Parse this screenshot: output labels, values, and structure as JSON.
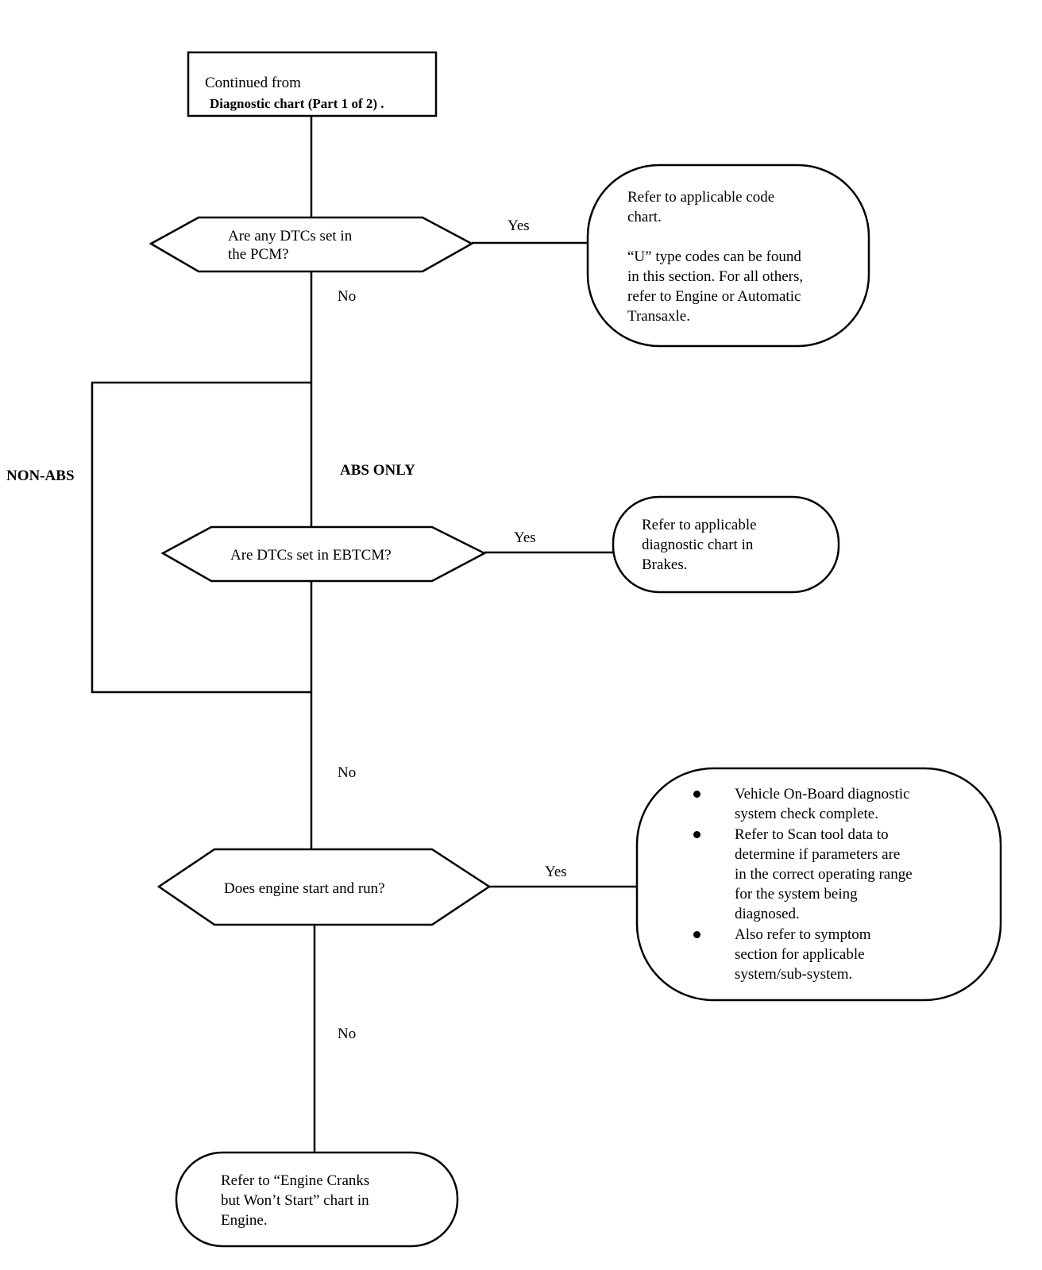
{
  "start_box": {
    "line1": "Continued from",
    "line2": "Diagnostic chart (Part 1 of 2) ."
  },
  "decision_dtc_pcm": {
    "line1": "Are any DTCs set in",
    "line2": "the PCM?"
  },
  "result_code_chart": {
    "lines": [
      "Refer to applicable code",
      "chart.",
      "",
      "“U” type codes can be found",
      "in this section. For all others,",
      "refer to Engine or Automatic",
      "Transaxle."
    ]
  },
  "decision_ebtcm": {
    "text": "Are DTCs set in EBTCM?"
  },
  "result_brakes": {
    "lines": [
      "Refer to applicable",
      "diagnostic chart in",
      "Brakes."
    ]
  },
  "decision_engine_run": {
    "text": "Does engine start and run?"
  },
  "result_system_check": {
    "items": [
      {
        "lines": [
          "Vehicle On-Board diagnostic",
          "system check complete."
        ]
      },
      {
        "lines": [
          "Refer to Scan tool data to",
          "determine if parameters are",
          "in the correct operating range",
          "for the system being",
          "diagnosed."
        ]
      },
      {
        "lines": [
          "Also refer to symptom",
          "section for applicable",
          "system/sub-system."
        ]
      }
    ]
  },
  "result_engine_cranks": {
    "lines": [
      "Refer to “Engine Cranks",
      "but Won’t Start” chart in",
      "Engine."
    ]
  },
  "labels": {
    "yes_1": "Yes",
    "no_1": "No",
    "non_abs": "NON-ABS",
    "abs_only": "ABS ONLY",
    "yes_2": "Yes",
    "no_2": "No",
    "yes_3": "Yes",
    "no_3": "No"
  }
}
